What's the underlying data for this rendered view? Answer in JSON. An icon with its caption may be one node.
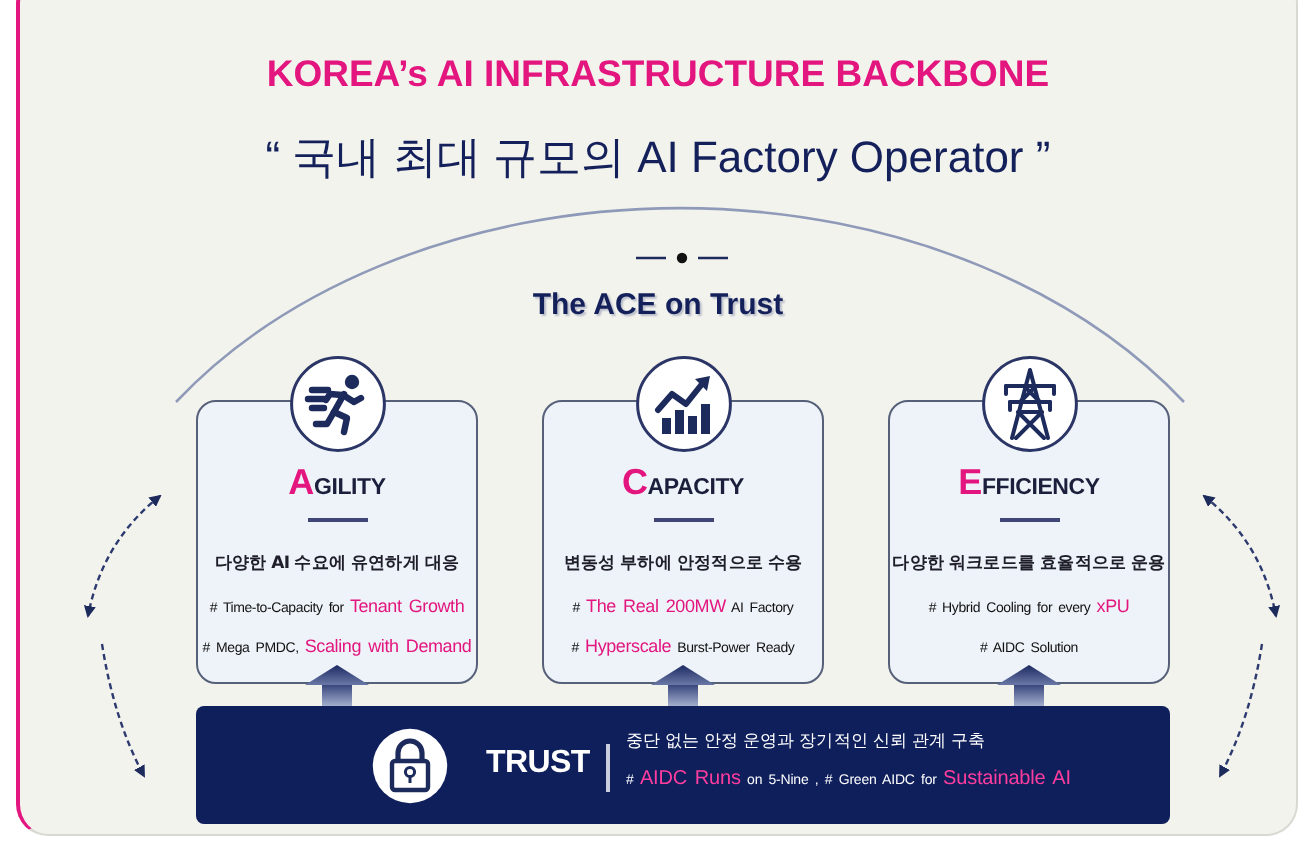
{
  "diagram": {
    "title": "KOREA’s AI INFRASTRUCTURE BACKBONE",
    "nodes": [
      {
        "text": [
          "**A**GILITY",
          "다양한 AI 수요에 유연하게 대응",
          "# Time-to-Capacity for **Tenant Growth**",
          "# Mega PMDC, **Scaling with Demand**"
        ]
      },
      {
        "text": [
          "**C**APACITY",
          "변동성 부하에 안정적으로 수용",
          "# **The Real 200MW** AI Factory",
          "# **Hyperscale** Burst-Power Ready"
        ]
      },
      {
        "text": [
          "**E**FFICIENCY",
          "다양한 워크로드를 효율적으로 운용",
          "# Hybrid Cooling for every **xPU**",
          "# AIDC Solution"
        ]
      },
      {
        "text": [
          "TRUST",
          "중단 없는 안정 운영과 장기적인 신뢰 관계 구축",
          "# **AIDC Runs** on 5-Nine , # Green AIDC for **Sustainable AI**"
        ]
      }
    ],
    "edges": [
      {
        "from": 3,
        "to": 0,
        "arrow": "to"
      },
      {
        "from": 3,
        "to": 1,
        "arrow": "to"
      },
      {
        "from": 3,
        "to": 2,
        "arrow": "to"
      }
    ],
    "labels": [
      "“ 국내 최대 규모의 AI Factory Operator ”",
      "The ACE on Trust"
    ]
  }
}
